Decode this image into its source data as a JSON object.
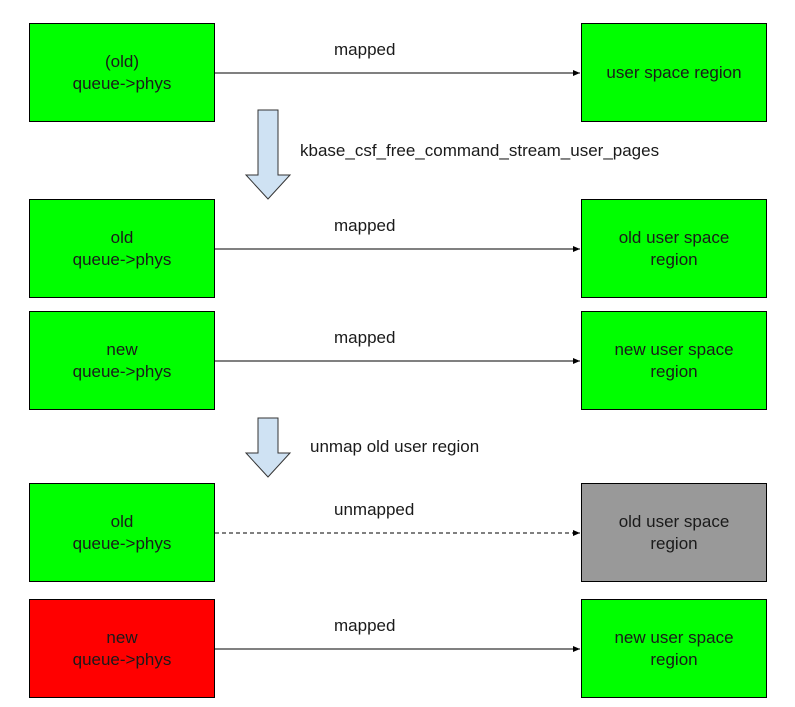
{
  "colors": {
    "mapped_box": "#00ff00",
    "unmapped_box": "#999999",
    "error_box": "#ff0000",
    "step_arrow": "#cfe2f3"
  },
  "rows": [
    {
      "left": [
        "(old)",
        "queue->phys"
      ],
      "edge": "mapped",
      "right": [
        "user space region"
      ],
      "line_style": "solid",
      "left_color": "mapped_box",
      "right_color": "mapped_box"
    },
    {
      "left": [
        "old",
        "queue->phys"
      ],
      "edge": "mapped",
      "right": [
        "old user space",
        "region"
      ],
      "line_style": "solid",
      "left_color": "mapped_box",
      "right_color": "mapped_box"
    },
    {
      "left": [
        "new",
        "queue->phys"
      ],
      "edge": "mapped",
      "right": [
        "new user space",
        "region"
      ],
      "line_style": "solid",
      "left_color": "mapped_box",
      "right_color": "mapped_box"
    },
    {
      "left": [
        "old",
        "queue->phys"
      ],
      "edge": "unmapped",
      "right": [
        "old user space",
        "region"
      ],
      "line_style": "dashed",
      "left_color": "mapped_box",
      "right_color": "unmapped_box"
    },
    {
      "left": [
        "new",
        "queue->phys"
      ],
      "edge": "mapped",
      "right": [
        "new user space",
        "region"
      ],
      "line_style": "solid",
      "left_color": "error_box",
      "right_color": "mapped_box"
    }
  ],
  "steps": [
    {
      "label": "kbase_csf_free_command_stream_user_pages"
    },
    {
      "label": "unmap old user region"
    }
  ]
}
